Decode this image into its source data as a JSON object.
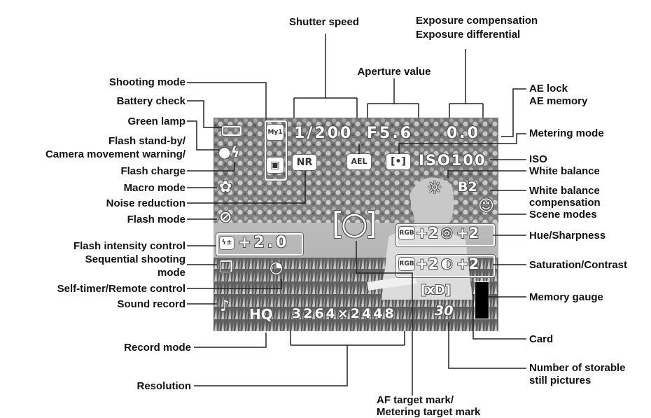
{
  "labels": {
    "shutter_speed": "Shutter speed",
    "exposure_comp": "Exposure compensation",
    "exposure_diff": "Exposure differential",
    "aperture": "Aperture value",
    "shooting_mode": "Shooting mode",
    "battery_check": "Battery check",
    "ae_lock": "AE lock",
    "ae_memory": "AE memory",
    "green_lamp": "Green lamp",
    "flash_standby_1": "Flash stand-by/",
    "flash_standby_2": "Camera movement warning/",
    "flash_standby_3": "Flash charge",
    "metering_mode": "Metering mode",
    "iso": "ISO",
    "macro_mode": "Macro mode",
    "white_balance": "White balance",
    "noise_reduction": "Noise reduction",
    "wb_comp_1": "White balance",
    "wb_comp_2": "compensation",
    "flash_mode": "Flash mode",
    "scene_modes": "Scene modes",
    "hue_sharpness": "Hue/Sharpness",
    "flash_intensity": "Flash intensity control",
    "sequential_1": "Sequential shooting",
    "sequential_2": "mode",
    "saturation_contrast": "Saturation/Contrast",
    "self_timer": "Self-timer/Remote control",
    "memory_gauge": "Memory gauge",
    "sound_record": "Sound record",
    "card": "Card",
    "record_mode": "Record mode",
    "storable_1": "Number of storable",
    "storable_2": "still pictures",
    "resolution": "Resolution",
    "af_target_1": "AF target mark/",
    "af_target_2": "Metering target mark"
  },
  "screen": {
    "shutter": "1/200",
    "aperture": "F5.6",
    "exposure": "0.0",
    "iso": "ISO100",
    "wb_comp": "B2",
    "nr": "NR",
    "ael": "AEL",
    "flash_intensity": "+2.0",
    "hue": "+2",
    "sharpness": "+2",
    "saturation": "+2",
    "contrast": "+2",
    "card": "[xD]",
    "record_mode": "HQ",
    "resolution": "3264×2448",
    "storable": "30",
    "mymode": "My1"
  }
}
